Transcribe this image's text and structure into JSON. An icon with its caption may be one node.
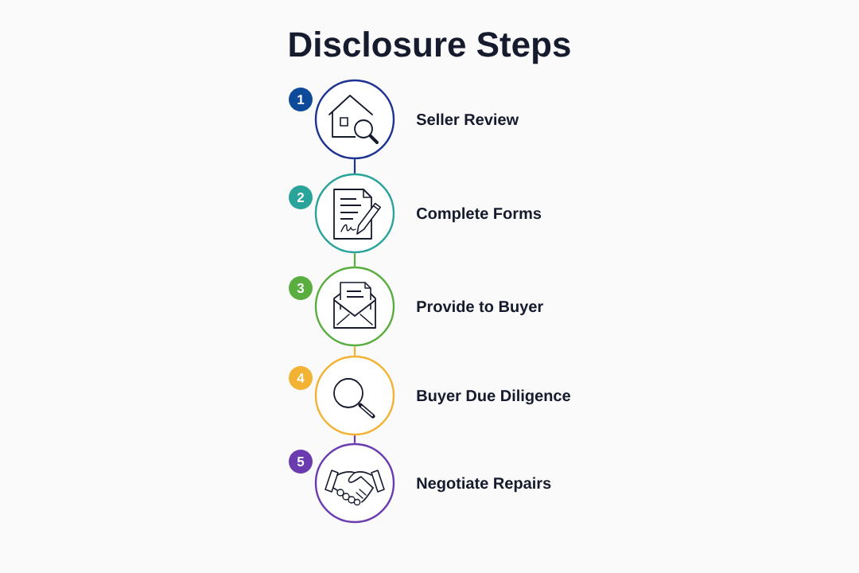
{
  "diagram": {
    "title": "Disclosure Steps",
    "nodes": [
      {
        "text": [
          "1"
        ]
      },
      {
        "text": [
          "Seller Review"
        ]
      },
      {
        "text": [
          "2"
        ]
      },
      {
        "text": [
          "Complete Forms"
        ]
      },
      {
        "text": [
          "3"
        ]
      },
      {
        "text": [
          "Provide to Buyer"
        ]
      },
      {
        "text": [
          "4"
        ]
      },
      {
        "text": [
          "Buyer Due Diligence"
        ]
      },
      {
        "text": [
          "5"
        ]
      },
      {
        "text": [
          "Negotiate Repairs"
        ]
      }
    ],
    "edges": [
      {
        "from": 1,
        "to": 3,
        "arrow": "none",
        "color": "#1e3391"
      },
      {
        "from": 3,
        "to": 5,
        "arrow": "none",
        "color": "#5aae3f"
      },
      {
        "from": 5,
        "to": 7,
        "arrow": "none",
        "color": "#f0b133"
      },
      {
        "from": 7,
        "to": 9,
        "arrow": "none",
        "color": "#6a3cb0"
      }
    ]
  }
}
